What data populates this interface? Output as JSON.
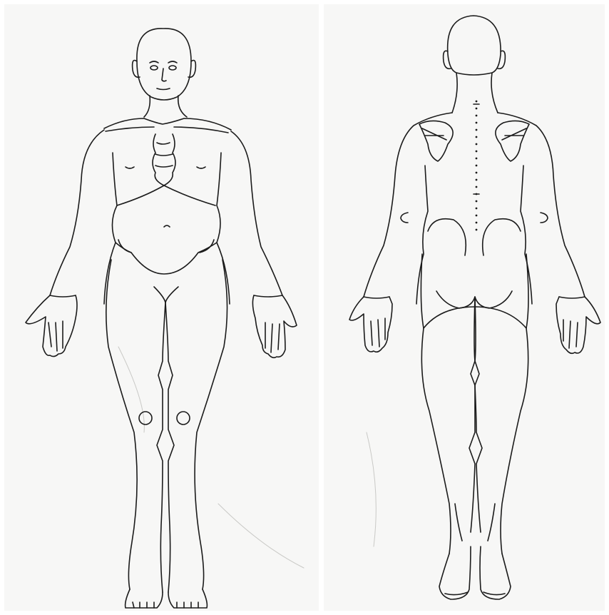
{
  "views": [
    {
      "id": "front",
      "view": "anterior"
    },
    {
      "id": "back",
      "view": "posterior"
    }
  ],
  "colors": {
    "line": "#1b1b1b",
    "paper": "#f7f7f6",
    "frame": "#ffffff"
  }
}
